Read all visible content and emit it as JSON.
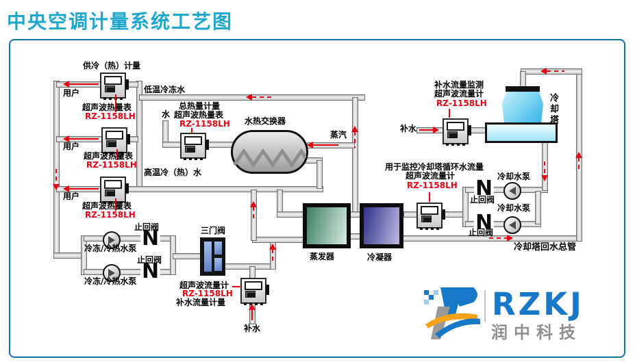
{
  "title": "中央空调计量系统工艺图",
  "diagram": {
    "model": "RZ-1158LH",
    "check_valve_symbol": "N",
    "labels": {
      "cooling_heat_metering": "供冷（热）计量",
      "user": "用户",
      "ultrasonic_heat_meter": "超声波热量表",
      "low_temp_chilled_water": "低温冷冻水",
      "total_heat_metering": "总热量计量",
      "water": "水",
      "water_heat_exchanger": "水热交换器",
      "steam": "蒸汽",
      "high_temp_water": "高温冷（热）水",
      "check_valve": "止回阀",
      "chilled_hot_water_pump": "冷冻/冷热水泵",
      "three_gate_valve": "三门阀",
      "ultrasonic_flow_meter": "超声波流量计",
      "makeup_flow_metering": "补水流量计量",
      "makeup_water": "补水",
      "evaporator": "蒸发器",
      "condenser": "冷凝器",
      "makeup_monitoring": "补水流量监测",
      "cooling_tower": "冷却塔",
      "circulation_monitoring": "用于监控冷却塔循环水流量",
      "cooling_water_pump": "冷却水泵",
      "tower_return_main": "冷却塔回水总管"
    }
  },
  "logo": {
    "abbr": "RZKJ",
    "name": "润中科技"
  },
  "colors": {
    "title": "#1EA7CD",
    "panel_border": "#1272A8",
    "highlight_red": "#E60012",
    "pipe": "#D8D8D8"
  }
}
